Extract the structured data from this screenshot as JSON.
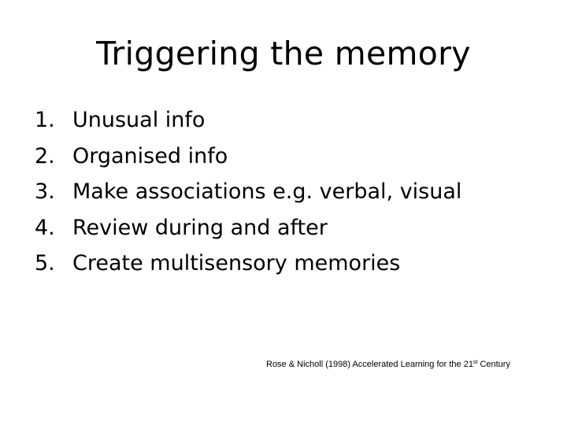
{
  "slide": {
    "title": "Triggering the memory",
    "points": [
      {
        "number": "1.",
        "text": "Unusual info"
      },
      {
        "number": "2.",
        "text": "Organised info"
      },
      {
        "number": "3.",
        "text": "Make associations e.g. verbal, visual"
      },
      {
        "number": "4.",
        "text": "Review during and after"
      },
      {
        "number": "5.",
        "text": "Create multisensory memories"
      }
    ],
    "citation": {
      "before": "Rose & Nicholl (1998) Accelerated Learning for the 21",
      "superscript": "st",
      "after": " Century"
    }
  }
}
